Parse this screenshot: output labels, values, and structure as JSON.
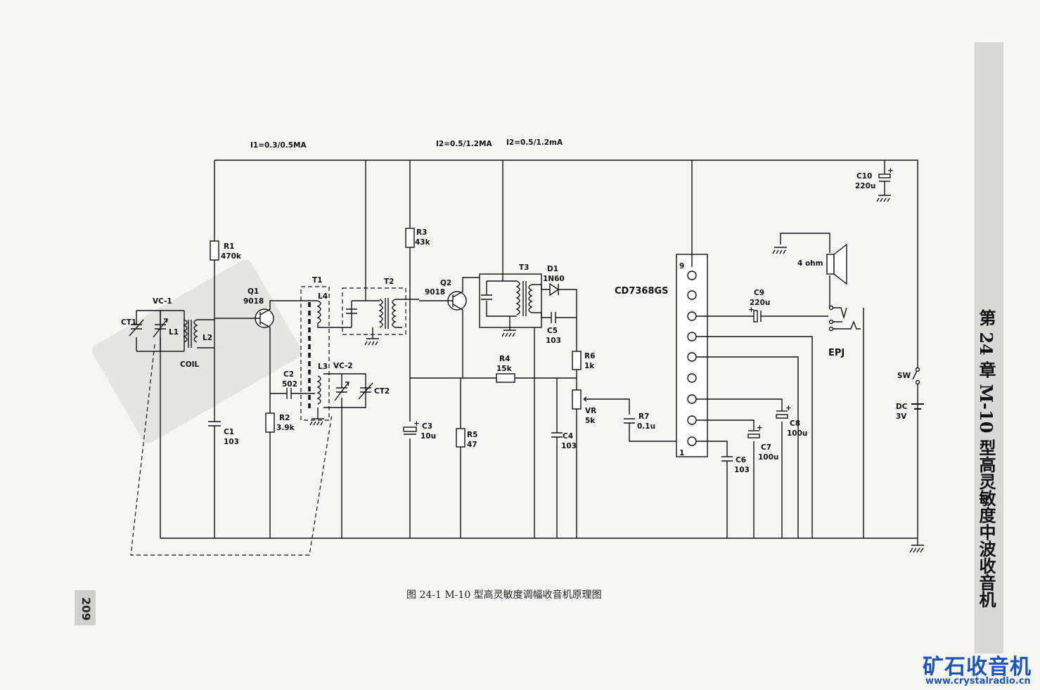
{
  "caption": "图 24-1  M-10 型高灵敏度调幅收音机原理图",
  "chapter_title": "第 24 章  M-10 型高灵敏度中波收音机",
  "page_number": "209",
  "brand": {
    "name": "矿石收音机",
    "url": "www.crystalradio.cn",
    "color": "#1a56b8"
  },
  "currents": {
    "i1": "I1=0.3/0.5MA",
    "i2a": "I2=0.5/1.2MA",
    "i2b": "I2=0.5/1.2mA"
  },
  "ic": {
    "name": "CD7368GS",
    "pin_top": "9",
    "pin_bottom": "1"
  },
  "components": {
    "r1": {
      "name": "R1",
      "value": "470k"
    },
    "r2": {
      "name": "R2",
      "value": "3.9k"
    },
    "r3": {
      "name": "R3",
      "value": "43k"
    },
    "r4": {
      "name": "R4",
      "value": "15k"
    },
    "r5": {
      "name": "R5",
      "value": "47"
    },
    "r6": {
      "name": "R6",
      "value": "1k"
    },
    "r7": {
      "name": "R7",
      "value": "0.1u"
    },
    "vr": {
      "name": "VR",
      "value": "5k"
    },
    "c1": {
      "name": "C1",
      "value": "103"
    },
    "c2": {
      "name": "C2",
      "value": "502"
    },
    "c3": {
      "name": "C3",
      "value": "10u"
    },
    "c4": {
      "name": "C4",
      "value": "103"
    },
    "c5": {
      "name": "C5",
      "value": "103"
    },
    "c6": {
      "name": "C6",
      "value": "103"
    },
    "c7": {
      "name": "C7",
      "value": "100u"
    },
    "c8": {
      "name": "C8",
      "value": "100u"
    },
    "c9": {
      "name": "C9",
      "value": "220u"
    },
    "c10": {
      "name": "C10",
      "value": "220u"
    },
    "q1": {
      "name": "Q1",
      "value": "9018"
    },
    "q2": {
      "name": "Q2",
      "value": "9018"
    },
    "d1": {
      "name": "D1",
      "value": "1N60"
    },
    "t1": "T1",
    "t2": "T2",
    "t3": "T3",
    "l1": "L1",
    "l2": "L2",
    "l3": "L3",
    "l4": "L4",
    "vc1": "VC-1",
    "vc2": "VC-2",
    "ct1": "CT1",
    "ct2": "CT2",
    "coil": "COIL",
    "speaker": "4 ohm",
    "epj": "EPJ",
    "sw": "SW",
    "dc": {
      "name": "DC",
      "value": "3V"
    }
  }
}
